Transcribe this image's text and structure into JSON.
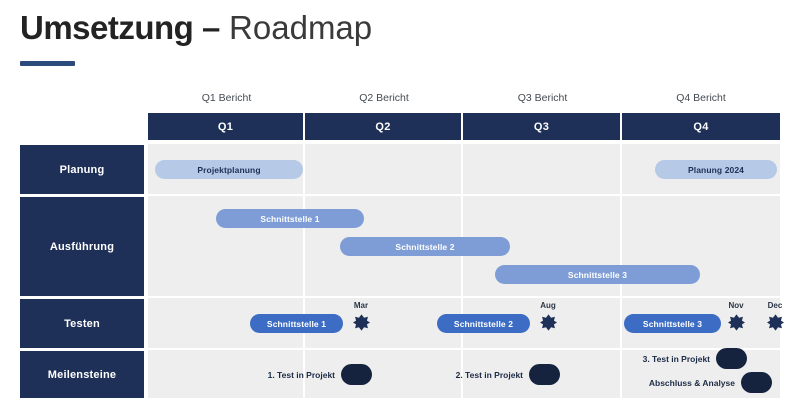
{
  "title": {
    "strong": "Umsetzung –",
    "light": "Roadmap"
  },
  "accent_color": "#2c4a7c",
  "palette": {
    "navy": "#1e3057",
    "milestone": "#16233f",
    "bar_planning": "#b6c9e6",
    "bar_execution": "#7e9dd6",
    "bar_testing": "#3c6cc4",
    "grid_background": "#eeeeee"
  },
  "columns": [
    {
      "caption": "Q1 Bericht",
      "label": "Q1"
    },
    {
      "caption": "Q2 Bericht",
      "label": "Q2"
    },
    {
      "caption": "Q3 Bericht",
      "label": "Q3"
    },
    {
      "caption": "Q4 Bericht",
      "label": "Q4"
    }
  ],
  "rows": [
    {
      "label": "Planung"
    },
    {
      "label": "Ausführung"
    },
    {
      "label": "Testen"
    },
    {
      "label": "Meilensteine"
    }
  ],
  "bars": [
    {
      "row": "Planung",
      "label": "Projektplanung",
      "style": "plan"
    },
    {
      "row": "Planung",
      "label": "Planung 2024",
      "style": "plan"
    },
    {
      "row": "Ausführung",
      "label": "Schnittstelle 1",
      "style": "exec"
    },
    {
      "row": "Ausführung",
      "label": "Schnittstelle 2",
      "style": "exec"
    },
    {
      "row": "Ausführung",
      "label": "Schnittstelle 3",
      "style": "exec"
    },
    {
      "row": "Testen",
      "label": "Schnittstelle 1",
      "style": "test"
    },
    {
      "row": "Testen",
      "label": "Schnittstelle 2",
      "style": "test"
    },
    {
      "row": "Testen",
      "label": "Schnittstelle 3",
      "style": "test"
    }
  ],
  "star_markers": [
    {
      "label": "Mar"
    },
    {
      "label": "Aug"
    },
    {
      "label": "Nov"
    },
    {
      "label": "Dec"
    }
  ],
  "milestones": [
    {
      "label": "1. Test in Projekt"
    },
    {
      "label": "2. Test in Projekt"
    },
    {
      "label": "3. Test in Projekt"
    },
    {
      "label": "Abschluss & Analyse"
    }
  ],
  "chart_data": {
    "type": "bar",
    "title": "Umsetzung – Roadmap",
    "xlabel": "",
    "ylabel": "",
    "categories": [
      "Q1",
      "Q2",
      "Q3",
      "Q4"
    ],
    "axis_captions": [
      "Q1 Bericht",
      "Q2 Bericht",
      "Q3 Bericht",
      "Q4 Bericht"
    ],
    "swimlanes": [
      "Planung",
      "Ausführung",
      "Testen",
      "Meilensteine"
    ],
    "grid": true,
    "legend": "none",
    "tasks": [
      {
        "lane": "Planung",
        "name": "Projektplanung",
        "start_q": 1.05,
        "end_q": 2.0,
        "color": "#b6c9e6"
      },
      {
        "lane": "Planung",
        "name": "Planung 2024",
        "start_q": 4.25,
        "end_q": 5.0,
        "color": "#b6c9e6"
      },
      {
        "lane": "Ausführung",
        "name": "Schnittstelle 1",
        "start_q": 1.43,
        "end_q": 2.37,
        "color": "#7e9dd6"
      },
      {
        "lane": "Ausführung",
        "name": "Schnittstelle 2",
        "start_q": 2.22,
        "end_q": 3.3,
        "color": "#7e9dd6"
      },
      {
        "lane": "Ausführung",
        "name": "Schnittstelle 3",
        "start_q": 3.23,
        "end_q": 4.49,
        "color": "#7e9dd6"
      },
      {
        "lane": "Testen",
        "name": "Schnittstelle 1",
        "start_q": 1.65,
        "end_q": 2.23,
        "color": "#3c6cc4"
      },
      {
        "lane": "Testen",
        "name": "Schnittstelle 2",
        "start_q": 2.86,
        "end_q": 3.43,
        "color": "#3c6cc4"
      },
      {
        "lane": "Testen",
        "name": "Schnittstelle 3",
        "start_q": 4.02,
        "end_q": 4.62,
        "color": "#3c6cc4"
      }
    ],
    "markers": [
      {
        "lane": "Testen",
        "name": "Mar",
        "q": 2.29
      },
      {
        "lane": "Testen",
        "name": "Aug",
        "q": 3.49
      },
      {
        "lane": "Testen",
        "name": "Nov",
        "q": 4.68
      },
      {
        "lane": "Testen",
        "name": "Dec",
        "q": 4.93
      }
    ],
    "milestone_points": [
      {
        "lane": "Meilensteine",
        "name": "1. Test in Projekt",
        "q": 2.28
      },
      {
        "lane": "Meilensteine",
        "name": "2. Test in Projekt",
        "q": 3.47
      },
      {
        "lane": "Meilensteine",
        "name": "3. Test in Projekt",
        "q": 4.65
      },
      {
        "lane": "Meilensteine",
        "name": "Abschluss & Analyse",
        "q": 4.8
      }
    ]
  }
}
